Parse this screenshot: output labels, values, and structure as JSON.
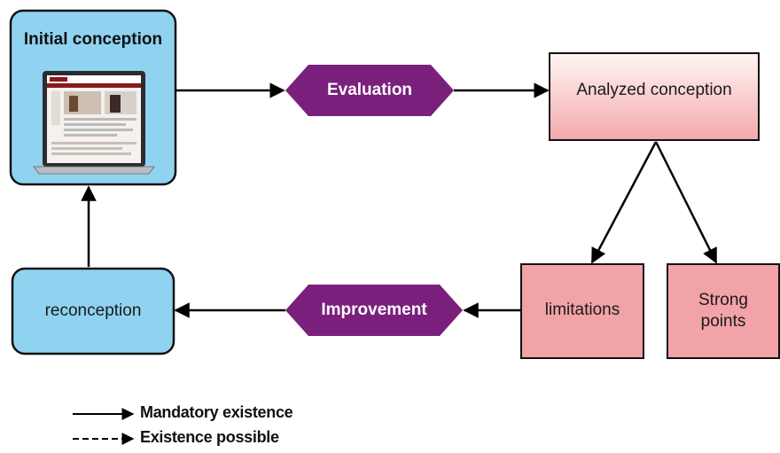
{
  "nodes": {
    "initial_conception": "Initial conception",
    "evaluation": "Evaluation",
    "analyzed_conception": "Analyzed conception",
    "limitations": "limitations",
    "strong_points": "Strong points",
    "improvement": "Improvement",
    "reconception": "reconception"
  },
  "legend": {
    "solid": "Mandatory existence",
    "dashed": "Existence possible"
  },
  "colors": {
    "blue_box": "#8fd3f0",
    "purple_hex": "#7b1f7d",
    "pink_box": "#f2a3a8",
    "pink_gradient_light": "#fff4f2"
  }
}
